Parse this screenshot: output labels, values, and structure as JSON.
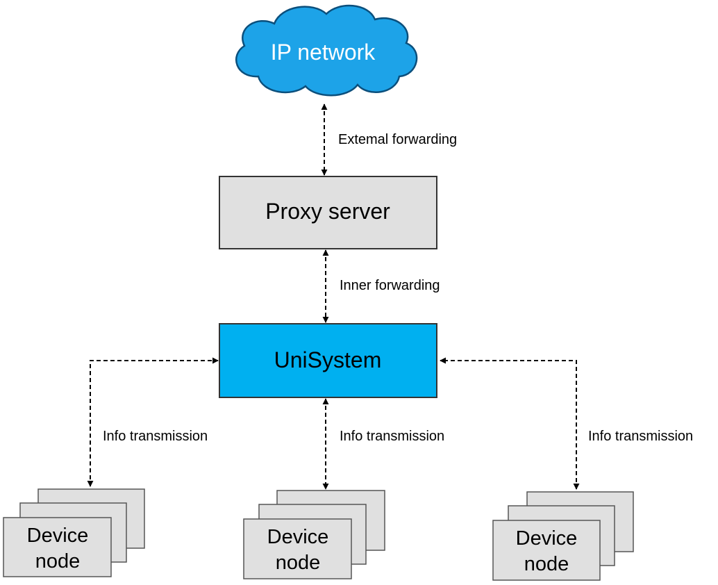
{
  "cloud": {
    "label": "IP network",
    "fill": "#1da3e8",
    "stroke": "#0b4f7c",
    "text_color": "#ffffff"
  },
  "proxy": {
    "label": "Proxy server",
    "fill": "#e0e0e0",
    "stroke": "#333333"
  },
  "unisystem": {
    "label": "UniSystem",
    "fill": "#00b0f0",
    "stroke": "#333333"
  },
  "edges": {
    "external": "Extemal forwarding",
    "inner": "Inner forwarding",
    "info_left": "Info transmission",
    "info_center": "Info transmission",
    "info_right": "Info transmission"
  },
  "device_nodes": [
    {
      "line1": "Device",
      "line2": "node"
    },
    {
      "line1": "Device",
      "line2": "node"
    },
    {
      "line1": "Device",
      "line2": "node"
    }
  ],
  "device_fill": "#e0e0e0"
}
